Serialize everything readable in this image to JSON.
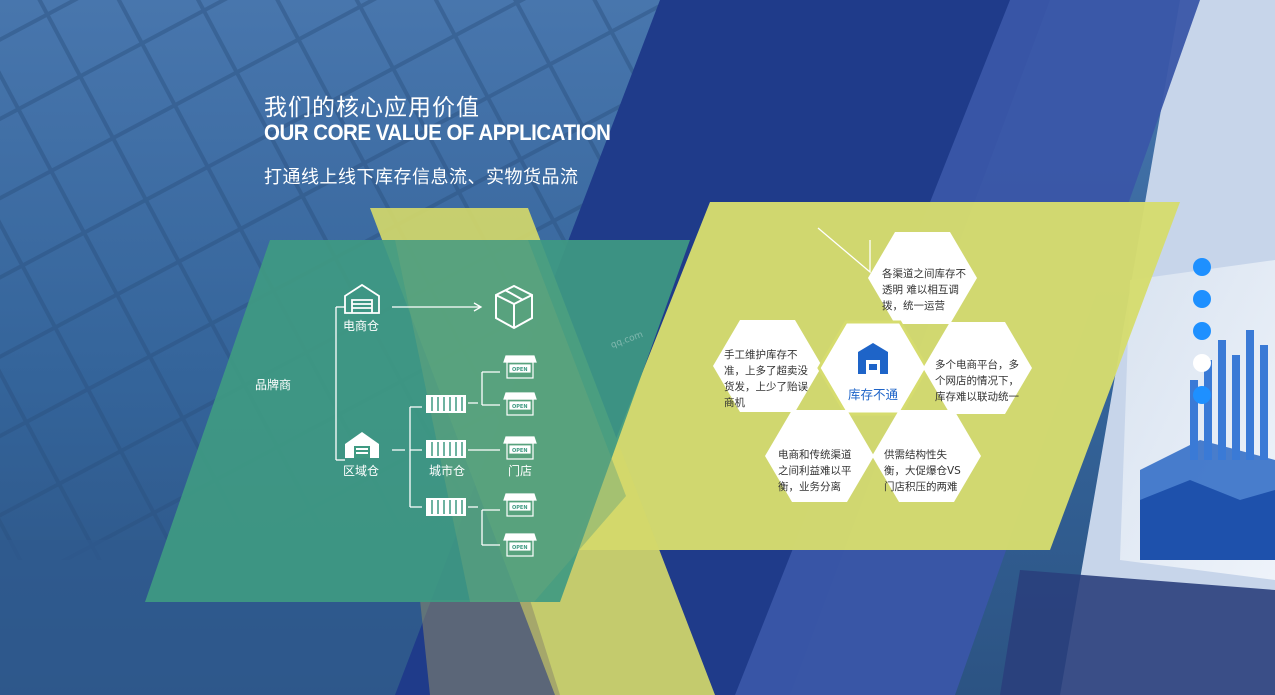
{
  "header": {
    "title_cn": "我们的核心应用价值",
    "title_en": "OUR CORE VALUE OF APPLICATION",
    "subtitle": "打通线上线下库存信息流、实物货品流"
  },
  "flow": {
    "brand": "品牌商",
    "ecommerce_warehouse": "电商仓",
    "regional_warehouse": "区域仓",
    "city_warehouse": "城市仓",
    "store": "门店",
    "watermark": "qq.com",
    "open_sign": "OPEN"
  },
  "hexagons": {
    "center": "库存不通",
    "top": "各渠道之间库存不透明 难以相互调拨，统一运营",
    "left": "手工维护库存不准，上多了超卖没货发，上少了贻误商机",
    "right": "多个电商平台，多个网店的情况下，库存难以联动统一",
    "bottom_left": "电商和传统渠道之间利益难以平衡，业务分离",
    "bottom_right": "供需结构性失衡，大促爆仓VS门店积压的两难"
  },
  "pagination": {
    "count": 5,
    "active_index": 3
  },
  "colors": {
    "navy": "#1f3b8a",
    "indigo": "#3a56a8",
    "yellow_green": "#d6dc6e",
    "teal": "#3f9a82",
    "dot_blue": "#1e90ff"
  }
}
